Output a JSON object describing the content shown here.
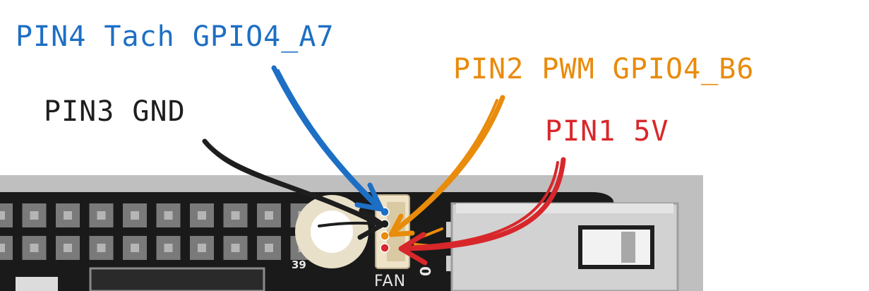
{
  "labels": {
    "pin4": "PIN4 Tach GPIO4_A7",
    "pin2": "PIN2 PWM GPIO4_B6",
    "pin3": "PIN3 GND",
    "pin1": "PIN1 5V"
  },
  "silkscreen": {
    "pin_number": "39",
    "connector_label": "FAN",
    "side_mark": "0"
  },
  "colors": {
    "pin4": "#1d6fc4",
    "pin2": "#e98b0b",
    "pin3": "#1e1e1e",
    "pin1": "#d8272b",
    "board": "#1a1a1a",
    "board_outline": "#bfbfbf",
    "connector": "#efe3c8",
    "header_pin": "#7a7a7a"
  },
  "connector_pins": [
    {
      "name": "pin4-dot",
      "color_key": "pin4"
    },
    {
      "name": "pin3-dot",
      "color_key": "pin3"
    },
    {
      "name": "pin2-dot",
      "color_key": "pin2"
    },
    {
      "name": "pin1-dot",
      "color_key": "pin1"
    }
  ]
}
